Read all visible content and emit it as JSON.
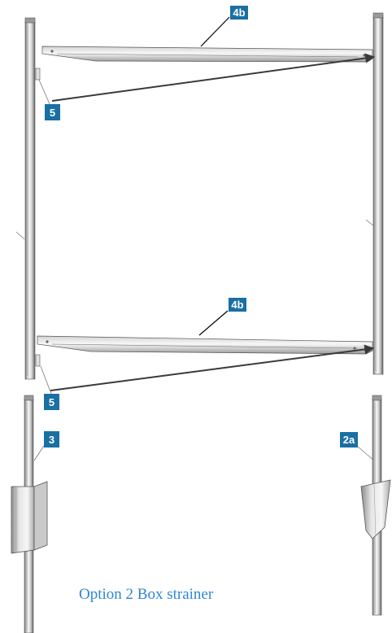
{
  "callouts": {
    "top_rail": "4b",
    "top_fixing": "5",
    "bottom_rail": "4b",
    "bottom_fixing": "5",
    "left_post": "3",
    "right_post": "2a"
  },
  "caption": "Option 2 Box strainer",
  "colors": {
    "callout_bg": "#1a6fa3",
    "callout_text": "#ffffff",
    "caption": "#2f86d6",
    "metal_dark": "#7a7a7a",
    "metal_light": "#e8e8e8"
  }
}
